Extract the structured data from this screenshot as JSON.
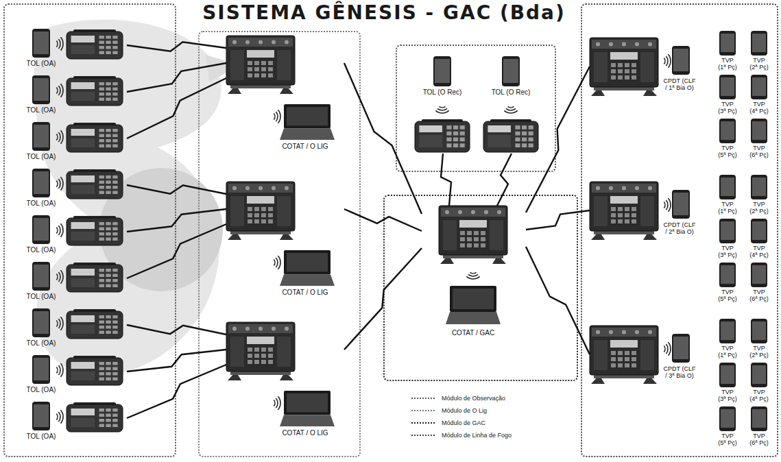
{
  "diagram": {
    "title": "SISTEMA GÊNESIS - GAC (Bda)",
    "nodes": [
      {
        "text": [
          "TOL (OA)"
        ]
      },
      {
        "text": [
          "TOL (OA)"
        ]
      },
      {
        "text": [
          "TOL (OA)"
        ]
      },
      {
        "text": [
          "TOL (OA)"
        ]
      },
      {
        "text": [
          "TOL (OA)"
        ]
      },
      {
        "text": [
          "TOL (OA)"
        ]
      },
      {
        "text": [
          "TOL (OA)"
        ]
      },
      {
        "text": [
          "TOL (OA)"
        ]
      },
      {
        "text": [
          "TOL (OA)"
        ]
      },
      {
        "text": [
          "COTAT / O LIG"
        ]
      },
      {
        "text": [
          "COTAT / O LIG"
        ]
      },
      {
        "text": [
          "COTAT / O LIG"
        ]
      },
      {
        "text": [
          "TOL (O Rec)"
        ]
      },
      {
        "text": [
          "TOL (O Rec)"
        ]
      },
      {
        "text": [
          "COTAT / GAC"
        ]
      },
      {
        "text": [
          "CPDT (CLF / 1ª Bia O)"
        ]
      },
      {
        "text": [
          "CPDT (CLF / 2ª Bia O)"
        ]
      },
      {
        "text": [
          "CPDT (CLF / 3ª Bia O)"
        ]
      },
      {
        "text": [
          "TVP (1ª Pç)"
        ]
      },
      {
        "text": [
          "TVP (2ª Pç)"
        ]
      },
      {
        "text": [
          "TVP (3ª Pç)"
        ]
      },
      {
        "text": [
          "TVP (4ª Pç)"
        ]
      },
      {
        "text": [
          "TVP (5ª Pç)"
        ]
      },
      {
        "text": [
          "TVP (6ª Pç)"
        ]
      },
      {
        "text": [
          "TVP (1ª Pç)"
        ]
      },
      {
        "text": [
          "TVP (2ª Pç)"
        ]
      },
      {
        "text": [
          "TVP (3ª Pç)"
        ]
      },
      {
        "text": [
          "TVP (4ª Pç)"
        ]
      },
      {
        "text": [
          "TVP (5ª Pç)"
        ]
      },
      {
        "text": [
          "TVP (6ª Pç)"
        ]
      },
      {
        "text": [
          "TVP (1ª Pç)"
        ]
      },
      {
        "text": [
          "TVP (2ª Pç)"
        ]
      },
      {
        "text": [
          "TVP (3ª Pç)"
        ]
      },
      {
        "text": [
          "TVP (4ª Pç)"
        ]
      },
      {
        "text": [
          "TVP (5ª Pç)"
        ]
      },
      {
        "text": [
          "TVP (6ª Pç)"
        ]
      }
    ],
    "edges": [
      {
        "from": 0,
        "to": 9,
        "arrow": "none"
      },
      {
        "from": 1,
        "to": 9,
        "arrow": "none"
      },
      {
        "from": 2,
        "to": 9,
        "arrow": "none"
      },
      {
        "from": 3,
        "to": 10,
        "arrow": "none"
      },
      {
        "from": 4,
        "to": 10,
        "arrow": "none"
      },
      {
        "from": 5,
        "to": 10,
        "arrow": "none"
      },
      {
        "from": 6,
        "to": 11,
        "arrow": "none"
      },
      {
        "from": 7,
        "to": 11,
        "arrow": "none"
      },
      {
        "from": 8,
        "to": 11,
        "arrow": "none"
      },
      {
        "from": 9,
        "to": 14,
        "arrow": "none"
      },
      {
        "from": 10,
        "to": 14,
        "arrow": "none"
      },
      {
        "from": 11,
        "to": 14,
        "arrow": "none"
      },
      {
        "from": 12,
        "to": 14,
        "arrow": "none"
      },
      {
        "from": 13,
        "to": 14,
        "arrow": "none"
      },
      {
        "from": 14,
        "to": 15,
        "arrow": "none"
      },
      {
        "from": 14,
        "to": 16,
        "arrow": "none"
      },
      {
        "from": 14,
        "to": 17,
        "arrow": "none"
      }
    ],
    "legend": [
      {
        "text": "Módulo de Observação"
      },
      {
        "text": "Módulo de O Lig"
      },
      {
        "text": "Módulo de GAC"
      },
      {
        "text": "Módulo de Linha de Fogo"
      }
    ]
  }
}
